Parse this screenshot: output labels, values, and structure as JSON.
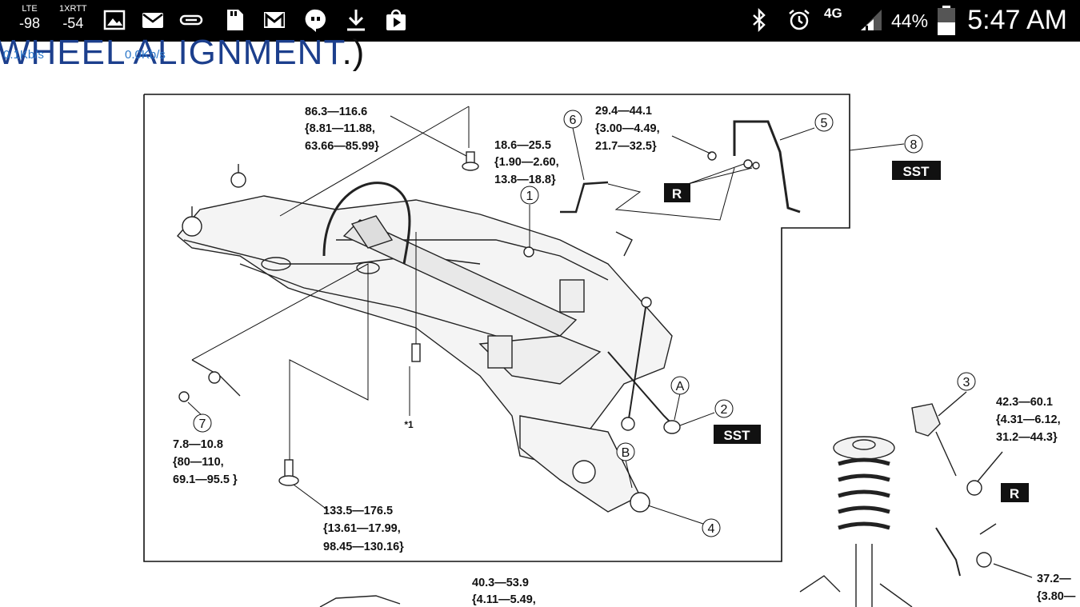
{
  "status_bar": {
    "network1": {
      "label": "LTE",
      "value": "-98"
    },
    "network2": {
      "label": "1XRTT",
      "value": "-54"
    },
    "network_type": "4G",
    "battery": "44%",
    "time": "5:47 AM"
  },
  "heading": {
    "title": "WHEEL ALIGNMENT",
    "tail": ".)",
    "speed_down": "0.1Kb/s",
    "speed_up": "0.0Kb/s"
  },
  "diagram": {
    "callouts": {
      "c1": "1",
      "c2": "2",
      "c3": "3",
      "c4": "4",
      "c5": "5",
      "c6": "6",
      "c7": "7",
      "c8": "8",
      "A": "A",
      "B": "B",
      "star1": "*1"
    },
    "sst_label": "SST",
    "r_label": "R",
    "torques": {
      "t1": [
        "86.3—116.6",
        "{8.81—11.88,",
        "63.66—85.99}"
      ],
      "t2": [
        "18.6—25.5",
        "{1.90—2.60,",
        "13.8—18.8}"
      ],
      "t3": [
        "29.4—44.1",
        "{3.00—4.49,",
        "21.7—32.5}"
      ],
      "t4": [
        "7.8—10.8",
        "{80—110,",
        "69.1—95.5 }"
      ],
      "t5": [
        "133.5—176.5",
        "{13.61—17.99,",
        "98.45—130.16}"
      ],
      "t6": [
        "40.3—53.9",
        "{4.11—5.49,"
      ],
      "t7": [
        "42.3—60.1",
        "{4.31—6.12,",
        "31.2—44.3}"
      ],
      "t8": [
        "37.2—",
        "{3.80—"
      ]
    }
  }
}
